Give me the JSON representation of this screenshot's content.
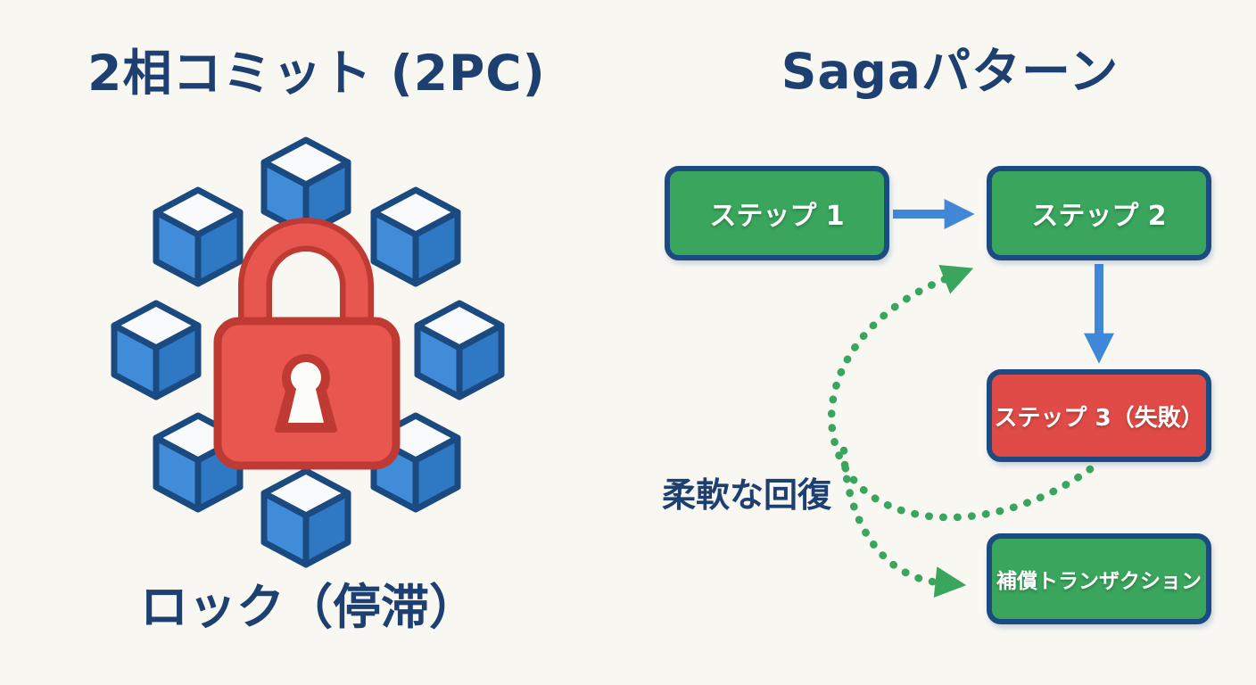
{
  "left_panel": {
    "title": "2相コミット (2PC)",
    "caption": "ロック（停滞）",
    "illustration": {
      "lock_icon": "red-padlock",
      "node_icon": "blue-cube",
      "node_count": 8
    }
  },
  "right_panel": {
    "title": "Sagaパターン",
    "recovery_label": "柔軟な回復",
    "steps": [
      {
        "label": "ステップ 1",
        "status": "success"
      },
      {
        "label": "ステップ 2",
        "status": "success"
      },
      {
        "label": "ステップ 3（失敗）",
        "status": "failure"
      },
      {
        "label": "補償トランザクション",
        "status": "compensation"
      }
    ],
    "flow": [
      {
        "from": "ステップ 1",
        "to": "ステップ 2",
        "style": "solid-blue"
      },
      {
        "from": "ステップ 2",
        "to": "ステップ 3（失敗）",
        "style": "solid-blue"
      },
      {
        "from": "ステップ 3（失敗）",
        "to": "補償トランザクション",
        "style": "dotted-green"
      },
      {
        "from": "補償トランザクション",
        "to": "ステップ 2",
        "style": "dotted-green"
      }
    ]
  },
  "colors": {
    "background": "#f8f7f2",
    "title_navy": "#1d4070",
    "box_border_navy": "#1b4b80",
    "success_green": "#3aa55c",
    "failure_red": "#e04b47",
    "flow_blue": "#4187d8",
    "dotted_green": "#3aa55c",
    "lock_red_fill": "#e7564f",
    "lock_red_border": "#bf3a32",
    "cube_face_blue": "#3c86d2",
    "cube_outline_navy": "#1a4a80"
  }
}
